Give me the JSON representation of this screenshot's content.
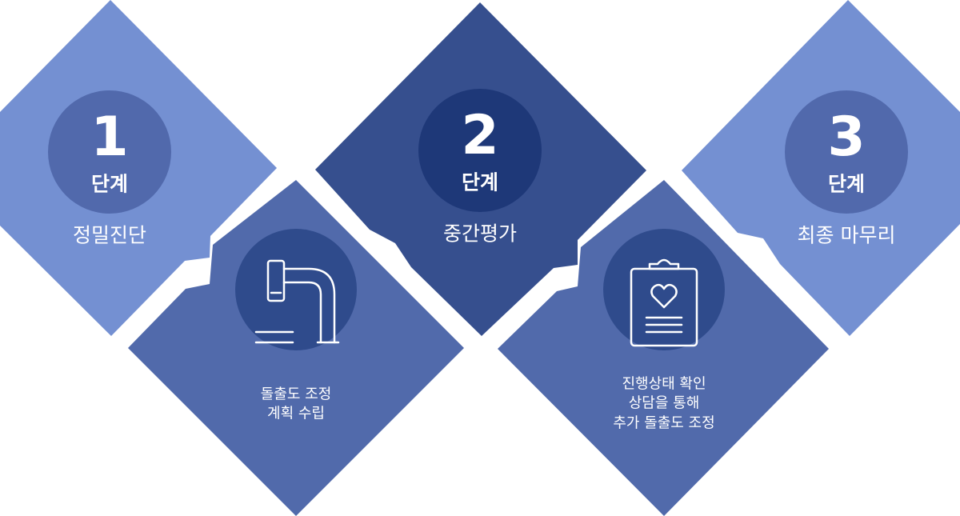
{
  "colors": {
    "light": "#7490d2",
    "mid": "#516aab",
    "dark": "#364f8e",
    "circle_light": "#5169ac",
    "circle_mid": "#2f4b8c",
    "circle_dark": "#1e3878",
    "white": "#ffffff"
  },
  "stages": [
    {
      "number": "1",
      "step_label": "단계",
      "title": "정밀진단"
    },
    {
      "number": "2",
      "step_label": "단계",
      "title": "중간평가"
    },
    {
      "number": "3",
      "step_label": "단계",
      "title": "최종 마무리"
    }
  ],
  "sub_steps": [
    {
      "icon": "microscope-icon",
      "lines": [
        "돌출도 조정",
        "계획 수립"
      ]
    },
    {
      "icon": "clipboard-heart-icon",
      "lines": [
        "진행상태 확인",
        "상담을 통해",
        "추가 돌출도 조정"
      ]
    }
  ]
}
